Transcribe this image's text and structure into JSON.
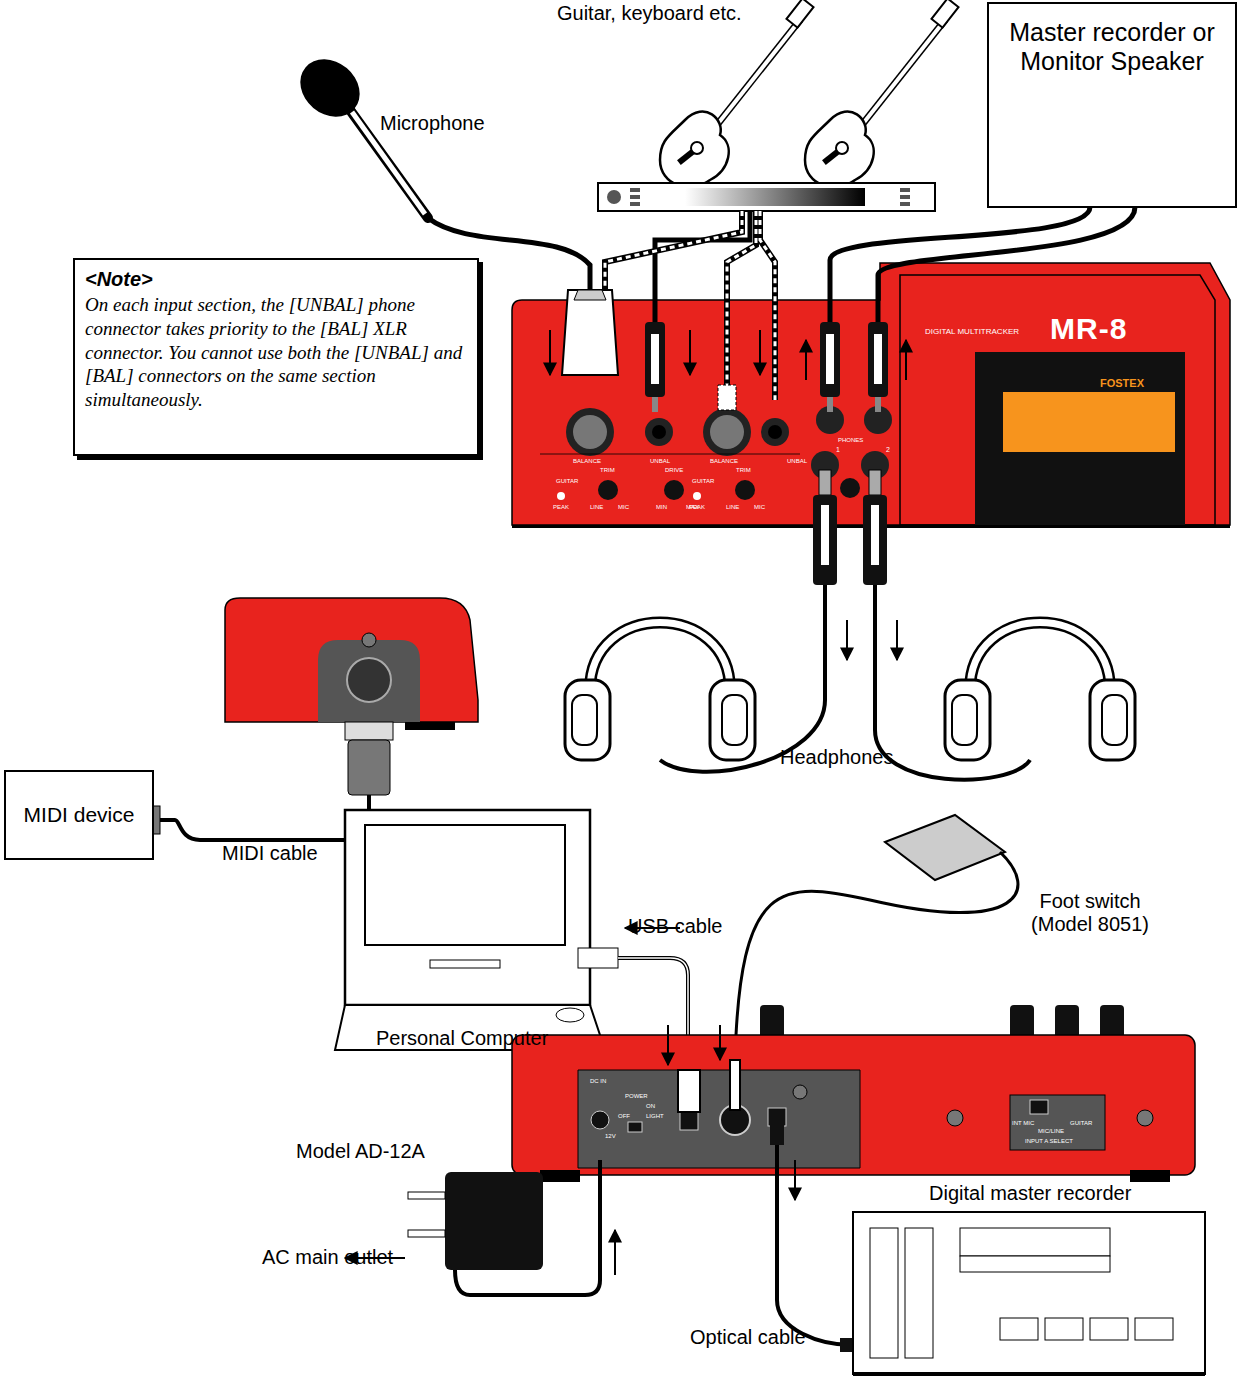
{
  "diagram": {
    "nodes": [
      {
        "text": [
          "<Note>",
          "On each input section, the [UNBAL] phone connector takes priority to the [BAL] XLR connector. You cannot use both the [UNBAL] and [BAL] connectors on the same section simultaneously."
        ]
      },
      {
        "text": [
          "Master recorder or Monitor Speaker"
        ]
      },
      {
        "text": [
          "MIDI device"
        ]
      }
    ],
    "labels": [
      "Guitar, keyboard etc.",
      "Microphone",
      "Headphones",
      "MIDI cable",
      "USB cable",
      "Personal Computer",
      "Foot switch (Model 8051)",
      "Model AD-12A",
      "AC main outlet",
      "Optical cable",
      "Digital master recorder",
      "BALANCE",
      "UNBAL",
      "BALANCE",
      "UNBAL",
      "TRIM",
      "DRIVE",
      "TRIM",
      "GUITAR",
      "PEAK",
      "LINE",
      "MIC",
      "MIN",
      "MAX",
      "GUITAR",
      "PEAK",
      "LINE",
      "MIC",
      "PHONES",
      "1",
      "2",
      "DIGITAL MULTITRACKER",
      "MR-8",
      "FOSTEX",
      "DC IN",
      "12V",
      "POWER",
      "ON",
      "OFF",
      "LIGHT",
      "INT MIC",
      "GUITAR",
      "MIC/LINE",
      "INPUT A SELECT"
    ]
  }
}
